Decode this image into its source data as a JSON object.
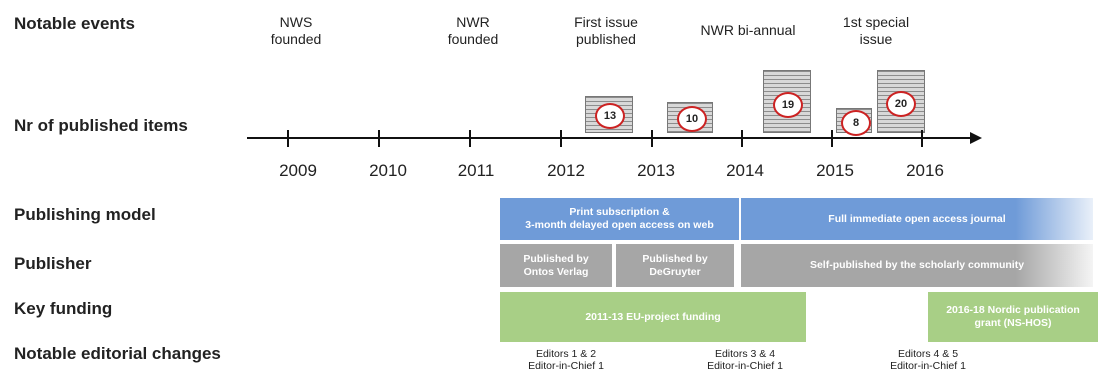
{
  "rows": {
    "events": "Notable events",
    "published": "Nr of published items",
    "model": "Publishing model",
    "publisher": "Publisher",
    "funding": "Key funding",
    "editorial": "Notable editorial changes"
  },
  "events": [
    "NWS\nfounded",
    "NWR\nfounded",
    "First issue\npublished",
    "NWR bi-annual",
    "1st special\nissue"
  ],
  "years": [
    "2009",
    "2010",
    "2011",
    "2012",
    "2013",
    "2014",
    "2015",
    "2016"
  ],
  "published_counts": [
    "13",
    "10",
    "19",
    "8",
    "20"
  ],
  "bars": {
    "model_print": "Print subscription &\n3-month delayed open access on web",
    "model_open": "Full immediate open access journal",
    "pub_ontos": "Published by\nOntos Verlag",
    "pub_degruyter": "Published by\nDeGruyter",
    "pub_self": "Self-published by the scholarly community",
    "fund_eu": "2011-13 EU-project funding",
    "fund_nordic": "2016-18 Nordic publication\ngrant (NS-HOS)"
  },
  "editorial": [
    "Editors 1 & 2\nEditor-in-Chief 1",
    "Editors 3 & 4\nEditor-in-Chief 1",
    "Editors 4 & 5\nEditor-in-Chief 1"
  ],
  "colors": {
    "blue": "#6f9bd8",
    "gray": "#a6a6a6",
    "green": "#a8cf86",
    "badge_ring": "#cc2222"
  }
}
